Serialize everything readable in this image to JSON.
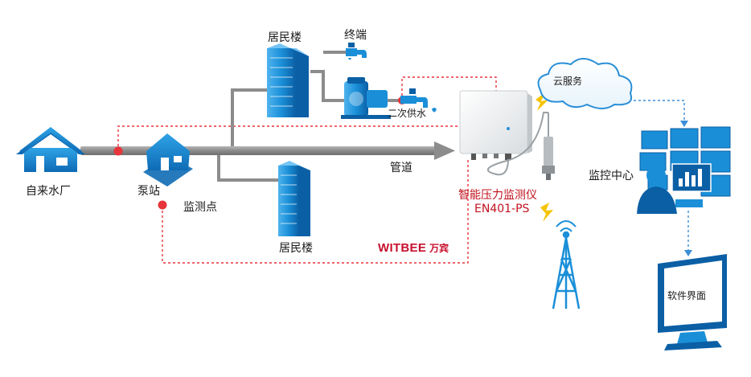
{
  "labels": {
    "water_plant": "自来水厂",
    "pump_station": "泵站",
    "monitor_point": "监测点",
    "residential_top": "居民楼",
    "residential_bottom": "居民楼",
    "terminal": "终端",
    "secondary_supply": "二次供水",
    "pipeline": "管道",
    "cloud_service": "云服务",
    "monitoring_center": "监控中心",
    "software_ui": "软件界面",
    "device_name": "智能压力监测仪",
    "device_model": "EN401-PS"
  },
  "brand": {
    "name": "WITBEE",
    "name_cn": "万宾"
  },
  "colors": {
    "accent_blue": "#1a8fd8",
    "dark_blue": "#0b5fa5",
    "pipe_gray": "#8c8c8c",
    "signal_red": "#e8343b",
    "dashed_red": "#e8343b",
    "dashed_blue": "#3b8fd6",
    "lightning_yellow": "#f5c400"
  },
  "icons": [
    "house-icon",
    "building-icon",
    "faucet-icon",
    "pump-icon",
    "cloud-icon",
    "tower-icon",
    "monitor-wall-icon",
    "monitor-icon",
    "lightning-icon",
    "pressure-sensor-icon"
  ]
}
